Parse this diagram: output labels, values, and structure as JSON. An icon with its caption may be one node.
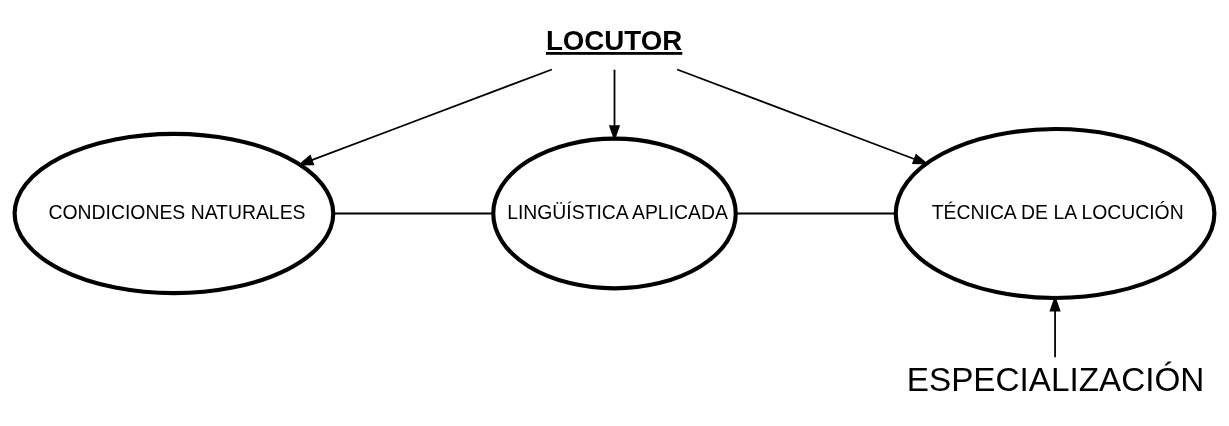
{
  "diagram": {
    "nodes": [
      {
        "text": [
          "LOCUTOR"
        ]
      },
      {
        "text": [
          "CONDICIONES NATURALES"
        ]
      },
      {
        "text": [
          "LINGÜÍSTICA APLICADA"
        ]
      },
      {
        "text": [
          "TÉCNICA DE LA LOCUCIÓN"
        ]
      },
      {
        "text": [
          "ESPECIALIZACIÓN"
        ]
      }
    ],
    "edges": [
      {
        "from": 0,
        "to": 1,
        "arrow": "to"
      },
      {
        "from": 0,
        "to": 2,
        "arrow": "to"
      },
      {
        "from": 0,
        "to": 3,
        "arrow": "to"
      },
      {
        "from": 1,
        "to": 2,
        "arrow": "none"
      },
      {
        "from": 2,
        "to": 3,
        "arrow": "none"
      },
      {
        "from": 4,
        "to": 3,
        "arrow": "to"
      }
    ]
  }
}
